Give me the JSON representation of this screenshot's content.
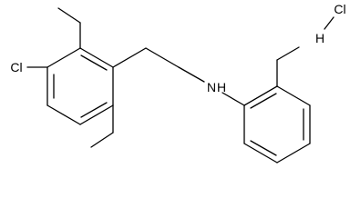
{
  "molecule": {
    "atom_labels": {
      "chloro": "Cl",
      "amine_n": "N",
      "amine_h": "H",
      "hcl_cl": "Cl",
      "hcl_h": "H"
    },
    "colors": {
      "bonds": "#000000",
      "labels": "#000000",
      "background": "#ffffff"
    }
  }
}
